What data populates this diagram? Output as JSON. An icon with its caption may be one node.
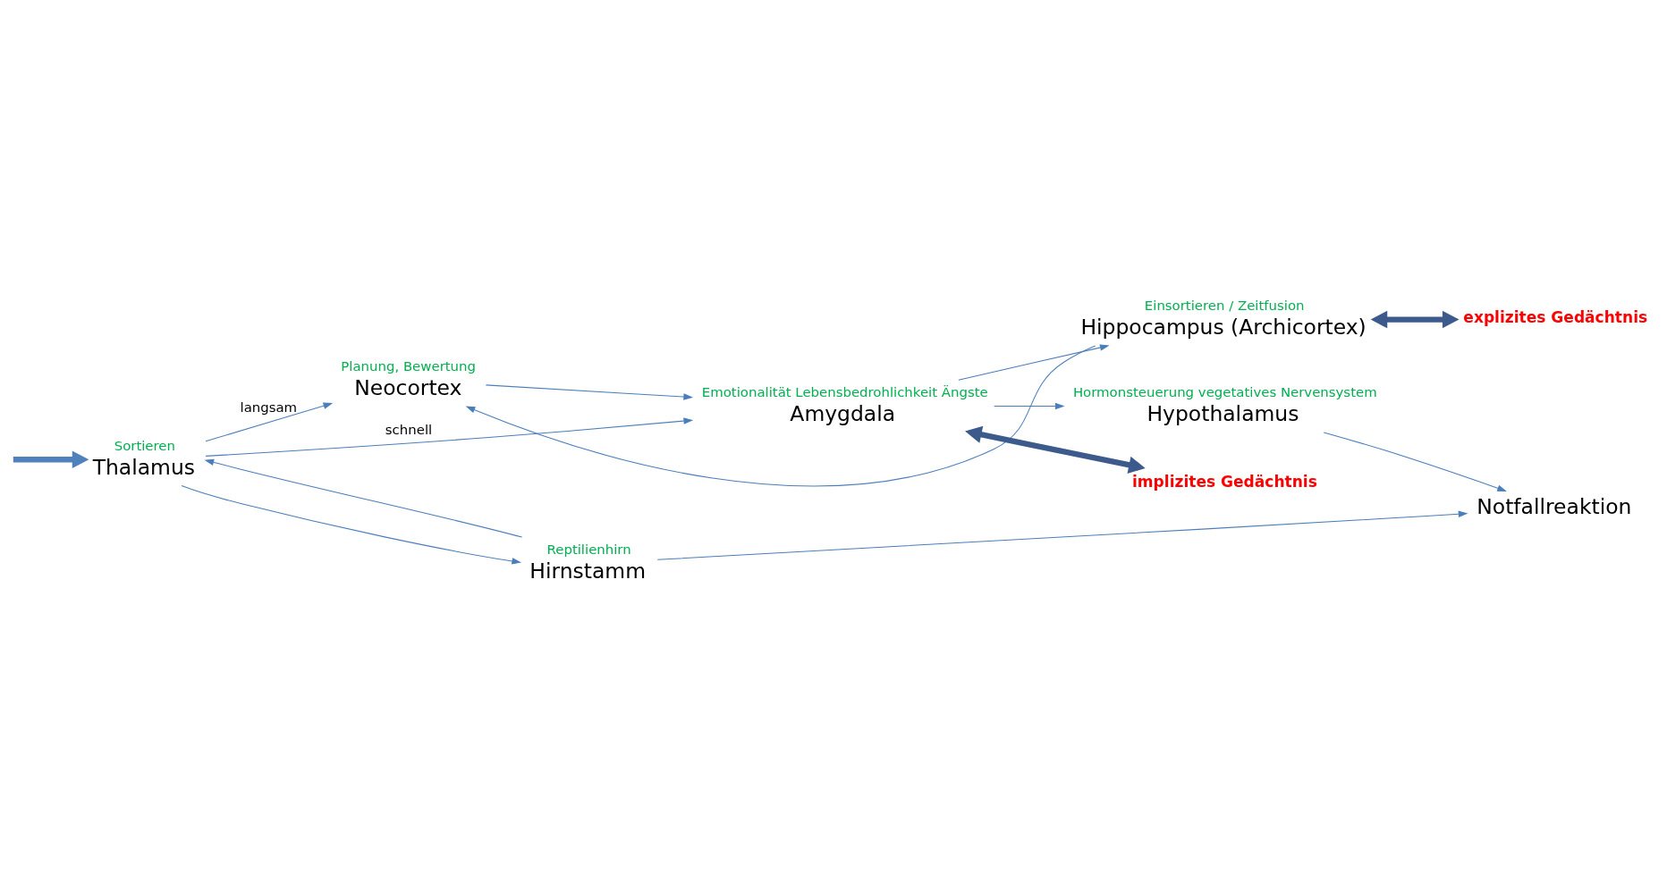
{
  "diagram": {
    "nodes": [
      {
        "text": [
          "Neocortex"
        ],
        "beside": [
          "Planung, Bewertung"
        ]
      },
      {
        "text": [
          "Hippocampus (Archicortex)"
        ],
        "beside": [
          "Einsortieren / Zeitfusion"
        ]
      },
      {
        "text": [
          "explizites Gedächtnis"
        ]
      },
      {
        "text": [
          "Thalamus"
        ],
        "beside": [
          "Sortieren"
        ]
      },
      {
        "text": [
          "Hypothalamus"
        ],
        "beside": [
          "Hormonsteuerung vegetatives Nervensystem"
        ]
      },
      {
        "text": [
          "Amygdala"
        ],
        "beside": [
          "Emotionalität Lebensbedrohlichkeit Ängste"
        ]
      },
      {
        "text": [
          "Hirnstamm"
        ],
        "beside": [
          "Reptilienhirn"
        ]
      },
      {
        "text": [
          "Notfallreaktion"
        ]
      },
      {
        "text": [
          "implizites Gedächtnis"
        ]
      }
    ],
    "edges": [
      {
        "from": null,
        "to": 3,
        "arrow": "to",
        "style": "thick",
        "color": "#4f81bd"
      },
      {
        "from": 3,
        "to": 0,
        "arrow": "to",
        "label": "langsam"
      },
      {
        "from": 1,
        "to": 0,
        "arrow": "to"
      },
      {
        "from": 0,
        "to": 5,
        "arrow": "to"
      },
      {
        "from": 1,
        "to": 2,
        "arrow": "both",
        "style": "thick",
        "color": "#3c5a8c"
      },
      {
        "from": 3,
        "to": 5,
        "arrow": "to",
        "label": "schnell"
      },
      {
        "from": 5,
        "to": 1,
        "arrow": "to"
      },
      {
        "from": 5,
        "to": 4,
        "arrow": "to"
      },
      {
        "from": 6,
        "to": 3,
        "arrow": "to"
      },
      {
        "from": 3,
        "to": 6,
        "arrow": "to"
      },
      {
        "from": 4,
        "to": 7,
        "arrow": "to"
      },
      {
        "from": 6,
        "to": 7,
        "arrow": "to"
      },
      {
        "from": 5,
        "to": 8,
        "arrow": "both",
        "style": "thick",
        "color": "#3c5a8c"
      }
    ]
  }
}
